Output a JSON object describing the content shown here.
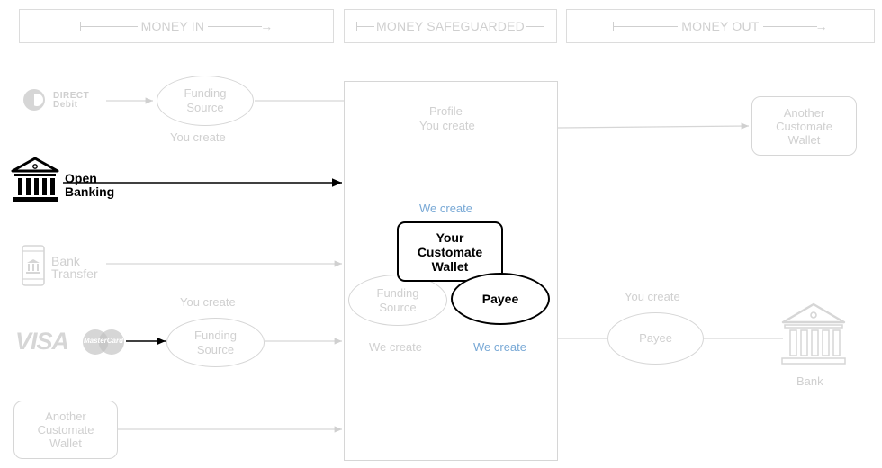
{
  "header": {
    "money_in": "MONEY IN",
    "money_safeguarded": "MONEY SAFEGUARDED",
    "money_out": "MONEY OUT"
  },
  "money_in": {
    "direct_debit_logo": "DIRECT Debit",
    "funding_source_top": [
      "Funding",
      "Source"
    ],
    "you_create_top": "You create",
    "open_banking": [
      "Open",
      "Banking"
    ],
    "bank_transfer": [
      "Bank",
      "Transfer"
    ],
    "you_create_card": "You create",
    "visa_logo": "VISA",
    "mastercard_logo": "MasterCard",
    "funding_source_card": [
      "Funding",
      "Source"
    ],
    "another_wallet": [
      "Another",
      "Customate",
      "Wallet"
    ]
  },
  "safeguarded": {
    "profile": "Profile",
    "profile_you_create": "You create",
    "we_create_wallet": "We create",
    "your_wallet": [
      "Your",
      "Customate",
      "Wallet"
    ],
    "funding_source": [
      "Funding",
      "Source"
    ],
    "payee": "Payee",
    "we_create_funding": "We create",
    "we_create_payee": "We create"
  },
  "money_out": {
    "another_wallet": [
      "Another",
      "Customate",
      "Wallet"
    ],
    "you_create": "You create",
    "payee": "Payee",
    "bank": "Bank"
  },
  "icons": [
    "direct-debit-logo",
    "bank-building-icon",
    "phone-bank-icon",
    "visa-logo",
    "mastercard-logo",
    "bank-building-icon"
  ],
  "colors": {
    "highlight": "#000000",
    "faint": "#d3d3d3",
    "accent_blue": "#79a9d6"
  }
}
